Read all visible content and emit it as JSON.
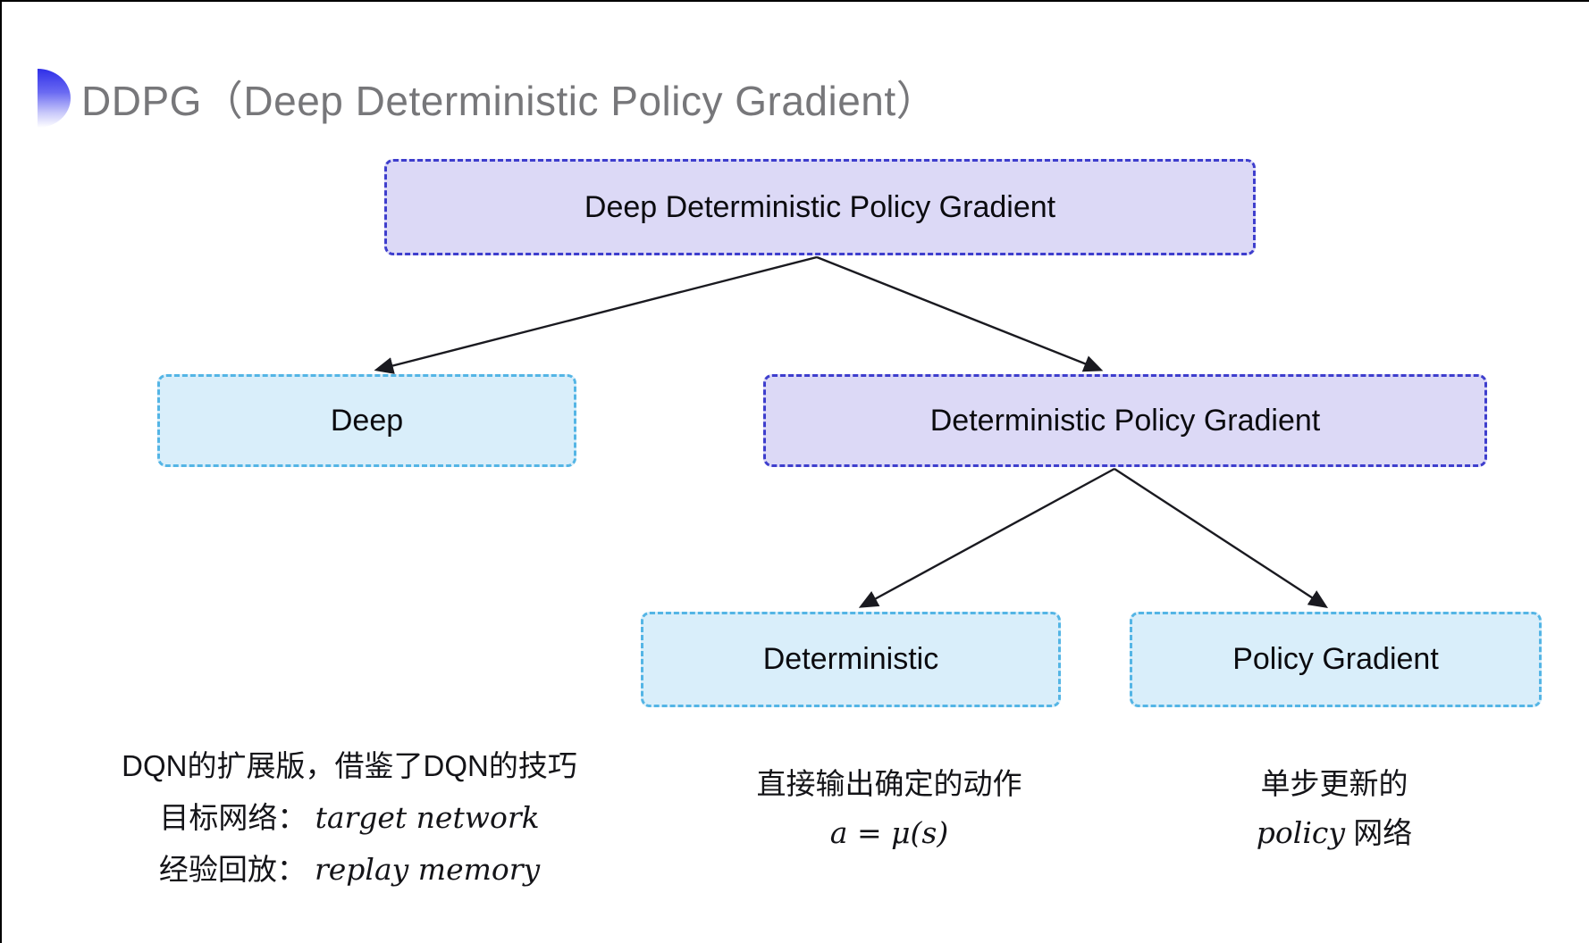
{
  "page": {
    "title": "DDPG（Deep Deterministic Policy Gradient）"
  },
  "colors": {
    "purple_fill": "#dcd9f6",
    "purple_border": "#3e3ecd",
    "cyan_fill": "#d9eefa",
    "cyan_border": "#54b5e5",
    "title_gray": "#77777a",
    "arrow": "#1a1a20",
    "bullet_blue": "#2f2fe8"
  },
  "diagram": {
    "nodes": [
      {
        "id": "root",
        "label": "Deep Deterministic Policy Gradient",
        "variant": "purple"
      },
      {
        "id": "deep",
        "label": "Deep",
        "variant": "cyan"
      },
      {
        "id": "dpg",
        "label": "Deterministic Policy Gradient",
        "variant": "purple"
      },
      {
        "id": "deterministic",
        "label": "Deterministic",
        "variant": "cyan"
      },
      {
        "id": "pg",
        "label": "Policy Gradient",
        "variant": "cyan"
      }
    ],
    "edges": [
      {
        "from": "root",
        "to": "deep"
      },
      {
        "from": "root",
        "to": "dpg"
      },
      {
        "from": "dpg",
        "to": "deterministic"
      },
      {
        "from": "dpg",
        "to": "pg"
      }
    ]
  },
  "annotations": {
    "deep_notes": {
      "line1": "DQN的扩展版，借鉴了DQN的技巧",
      "line2_zh": "目标网络：",
      "line2_en": "target network",
      "line3_zh": "经验回放：",
      "line3_en": "replay memory"
    },
    "deterministic_notes": {
      "line1": "直接输出确定的动作",
      "formula": "a = μ(s)"
    },
    "pg_notes": {
      "line1": "单步更新的",
      "line2_en": "policy",
      "line2_zh": "网络"
    }
  }
}
